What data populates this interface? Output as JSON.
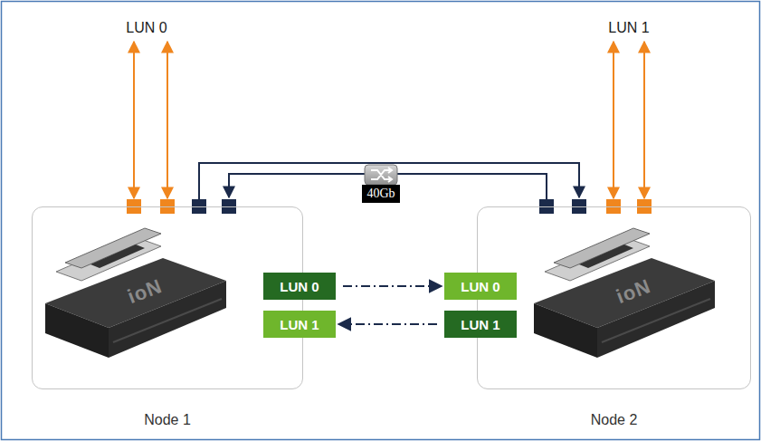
{
  "diagram": {
    "nodes": [
      {
        "text": [
          "Node 1"
        ]
      },
      {
        "text": [
          "LUN 0"
        ],
        "in": 0
      },
      {
        "text": [
          "LUN 1"
        ],
        "in": 0
      },
      {
        "text": [
          "Node 2"
        ]
      },
      {
        "text": [
          "LUN 0"
        ],
        "in": 3
      },
      {
        "text": [
          "LUN 1"
        ],
        "in": 3
      }
    ],
    "edges": [
      {
        "from": 1,
        "to": 4,
        "arrow": "to"
      },
      {
        "from": 5,
        "to": 2,
        "arrow": "to"
      }
    ],
    "labels": [
      "LUN 0",
      "LUN 1",
      "40Gb",
      "ioN",
      "ioN"
    ]
  }
}
